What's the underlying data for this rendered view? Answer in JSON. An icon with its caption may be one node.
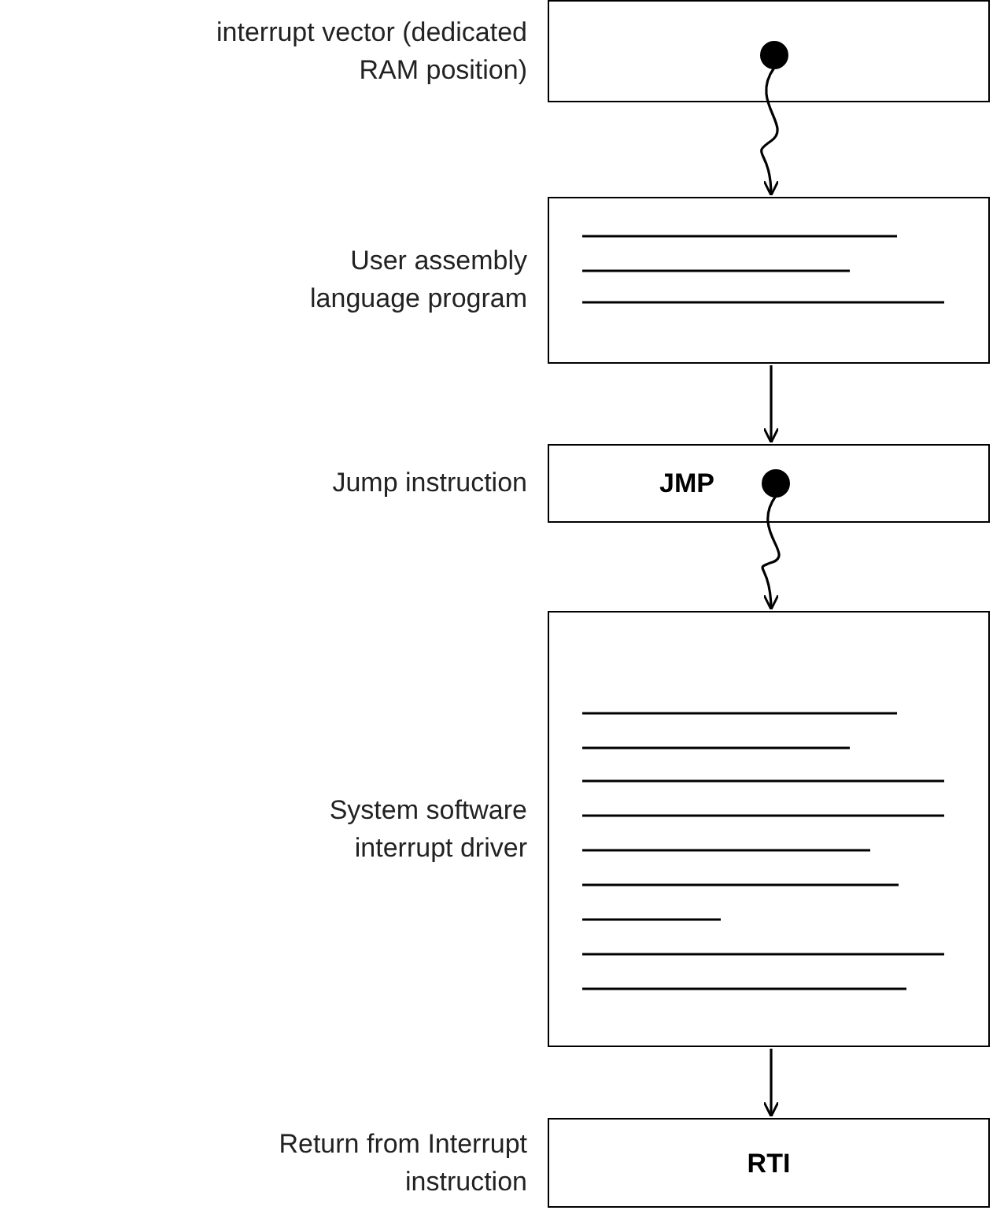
{
  "diagram": {
    "nodes": [
      {
        "text": [],
        "shape": "box",
        "beside": [
          "interrupt vector (dedicated RAM position)"
        ]
      },
      {
        "text": [],
        "shape": "box",
        "beside": [
          "User assembly language program"
        ]
      },
      {
        "text": [
          "JMP"
        ],
        "beside": [
          "Jump instruction"
        ]
      },
      {
        "text": [],
        "shape": "box",
        "beside": [
          "System software interrupt driver"
        ]
      },
      {
        "text": [
          "RTI"
        ],
        "beside": [
          "Return from Interrupt instruction"
        ]
      }
    ],
    "edges": [
      {
        "from": 0,
        "to": 1,
        "arrow": "to"
      },
      {
        "from": 1,
        "to": 2,
        "arrow": "to"
      },
      {
        "from": 2,
        "to": 3,
        "arrow": "to"
      },
      {
        "from": 3,
        "to": 4,
        "arrow": "to"
      }
    ]
  }
}
